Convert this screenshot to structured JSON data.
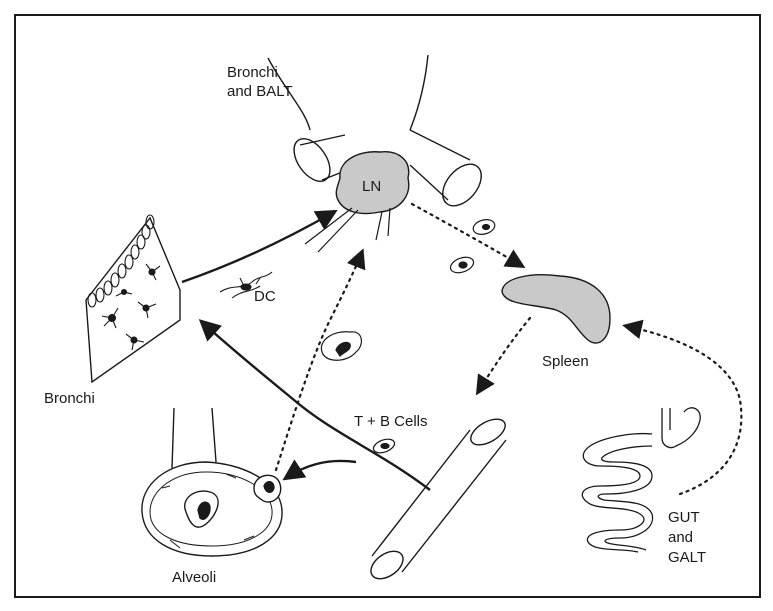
{
  "labels": {
    "bronchi_balt_1": "Bronchi",
    "bronchi_balt_2": "and BALT",
    "ln": "LN",
    "dc": "DC",
    "bronchi": "Bronchi",
    "spleen": "Spleen",
    "tb_cells": "T + B Cells",
    "gut_1": "GUT",
    "gut_2": "and",
    "gut_3": "GALT",
    "alveoli": "Alveoli"
  },
  "colors": {
    "ink": "#1a1a1a",
    "organ_fill": "#c9c9c9",
    "background": "#ffffff"
  }
}
